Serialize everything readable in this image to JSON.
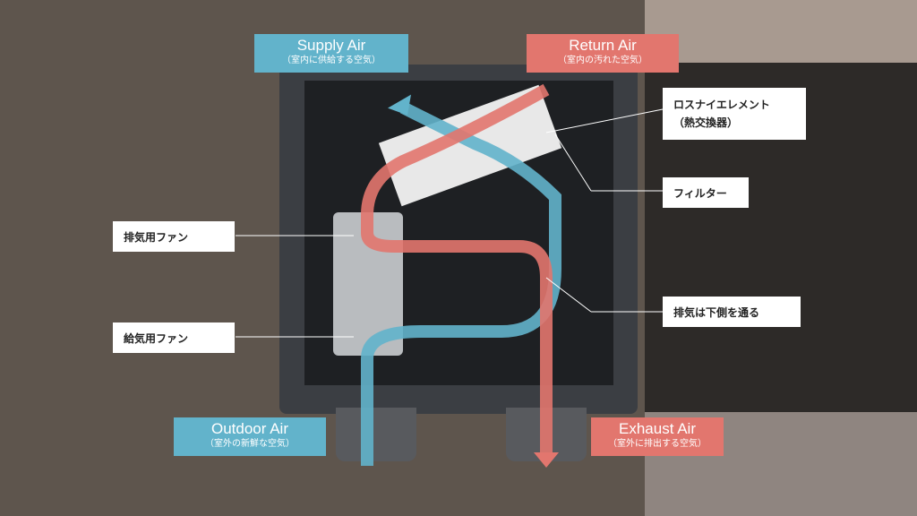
{
  "supply": {
    "title": "Supply Air",
    "sub": "（室内に供給する空気）",
    "color": "#62b3cb"
  },
  "return": {
    "title": "Return Air",
    "sub": "（室内の汚れた空気）",
    "color": "#e2766e"
  },
  "outdoor": {
    "title": "Outdoor Air",
    "sub": "（室外の新鮮な空気）"
  },
  "exhaust": {
    "title": "Exhaust Air",
    "sub": "（室外に排出する空気）"
  },
  "labels": {
    "element": "ロスナイエレメント\n（熱交換器）",
    "filter": "フィルター",
    "exhaust_fan": "排気用ファン",
    "supply_fan": "給気用ファン",
    "exhaust_path": "排気は下側を通る"
  }
}
